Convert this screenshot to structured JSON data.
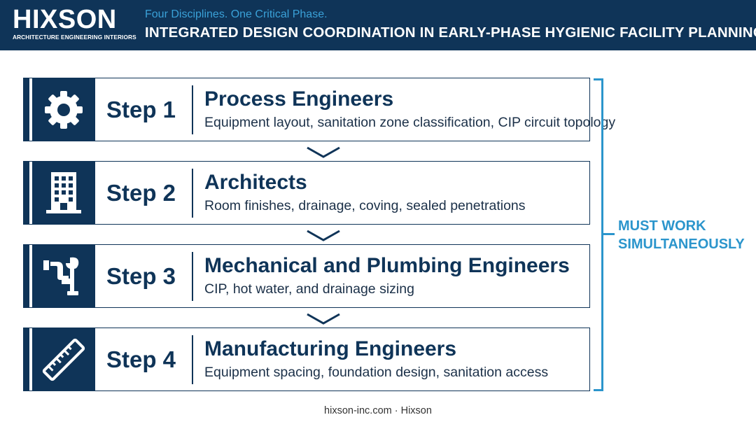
{
  "header": {
    "logo": "HIXSON",
    "logo_subtitle": "ARCHITECTURE ENGINEERING INTERIORS",
    "tagline": "Four Disciplines. One Critical Phase.",
    "title": "INTEGRATED DESIGN COORDINATION IN EARLY-PHASE HYGIENIC FACILITY PLANNING"
  },
  "steps": [
    {
      "label": "Step 1",
      "title": "Process Engineers",
      "description": "Equipment layout, sanitation zone classification, CIP circuit topology",
      "icon": "gear-icon"
    },
    {
      "label": "Step 2",
      "title": "Architects",
      "description": "Room finishes, drainage, coving, sealed penetrations",
      "icon": "building-icon"
    },
    {
      "label": "Step 3",
      "title": "Mechanical and Plumbing Engineers",
      "description": "CIP, hot water, and drainage sizing",
      "icon": "pipe-wrench-icon"
    },
    {
      "label": "Step 4",
      "title": "Manufacturing Engineers",
      "description": "Equipment spacing, foundation design, sanitation access",
      "icon": "ruler-icon"
    }
  ],
  "bracket_label": {
    "line1": "MUST WORK",
    "line2": "SIMULTANEOUSLY"
  },
  "footer": "hixson-inc.com · Hixson",
  "colors": {
    "navy": "#0f3458",
    "accent_blue": "#2b95cc",
    "tagline_blue": "#3aa1d8"
  }
}
